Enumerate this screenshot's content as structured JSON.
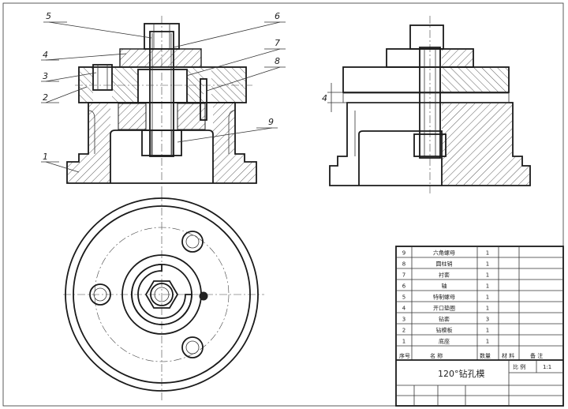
{
  "callouts": [
    "1",
    "2",
    "3",
    "4",
    "5",
    "6",
    "7",
    "8",
    "9"
  ],
  "dimension": "4",
  "bom": {
    "header": {
      "seq": "序号",
      "name": "名    称",
      "qty": "数量",
      "material": "材 料",
      "remark": "备   注"
    },
    "rows": [
      {
        "seq": "9",
        "name": "六角螺母",
        "qty": "1"
      },
      {
        "seq": "8",
        "name": "圆柱销",
        "qty": "1"
      },
      {
        "seq": "7",
        "name": "衬套",
        "qty": "1"
      },
      {
        "seq": "6",
        "name": "轴",
        "qty": "1"
      },
      {
        "seq": "5",
        "name": "特制螺母",
        "qty": "1"
      },
      {
        "seq": "4",
        "name": "开口垫圈",
        "qty": "1"
      },
      {
        "seq": "3",
        "name": "钻套",
        "qty": "3"
      },
      {
        "seq": "2",
        "name": "钻模板",
        "qty": "1"
      },
      {
        "seq": "1",
        "name": "底座",
        "qty": "1"
      }
    ]
  },
  "title_block": {
    "title": "120°钻孔模",
    "scale_label": "比 例",
    "scale_value": "1:1"
  }
}
